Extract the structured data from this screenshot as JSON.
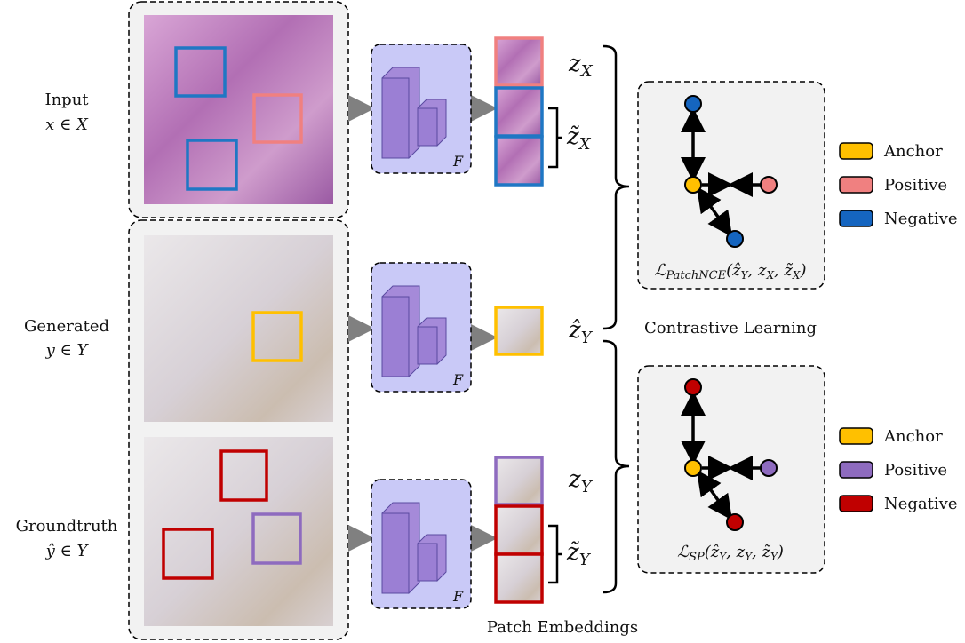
{
  "rows": [
    {
      "label": "Input",
      "math": "x ∈ X"
    },
    {
      "label": "Generated",
      "math": "y ∈ Y"
    },
    {
      "label": "Groundtruth",
      "math": "ŷ ∈ Y"
    }
  ],
  "encoder_label": "F",
  "embeddings": {
    "zX": {
      "base": "z",
      "sub": "X"
    },
    "zX_neg": {
      "base": "z̃",
      "sub": "X"
    },
    "zY_hat": {
      "base": "ẑ",
      "sub": "Y"
    },
    "zY": {
      "base": "z",
      "sub": "Y"
    },
    "zY_neg": {
      "base": "z̃",
      "sub": "Y"
    }
  },
  "patch_embeddings_caption": "Patch Embeddings",
  "contrastive_caption": "Contrastive Learning",
  "loss_top": {
    "L": "ℒ",
    "sub": "PatchNCE",
    "args_open": "(",
    "a1": "ẑ",
    "a1s": "Y",
    "a2": "z",
    "a2s": "X",
    "a3": "z̃",
    "a3s": "X",
    "args_close": ")"
  },
  "loss_bottom": {
    "L": "ℒ",
    "sub": "SP",
    "args_open": "(",
    "a1": "ẑ",
    "a1s": "Y",
    "a2": "z",
    "a2s": "Y",
    "a3": "z̃",
    "a3s": "Y",
    "args_close": ")"
  },
  "legend_top": [
    {
      "label": "Anchor",
      "color": "#ffc000"
    },
    {
      "label": "Positive",
      "color": "#f08080"
    },
    {
      "label": "Negative",
      "color": "#1565c0"
    }
  ],
  "legend_bottom": [
    {
      "label": "Anchor",
      "color": "#ffc000"
    },
    {
      "label": "Positive",
      "color": "#8e6bbf"
    },
    {
      "label": "Negative",
      "color": "#c00000"
    }
  ],
  "colors": {
    "encoder_fill": "#c9c9f7",
    "encoder_block": "#9b7fd4",
    "arrow_gray": "#808080",
    "panel_bg": "#f2f2f2"
  }
}
